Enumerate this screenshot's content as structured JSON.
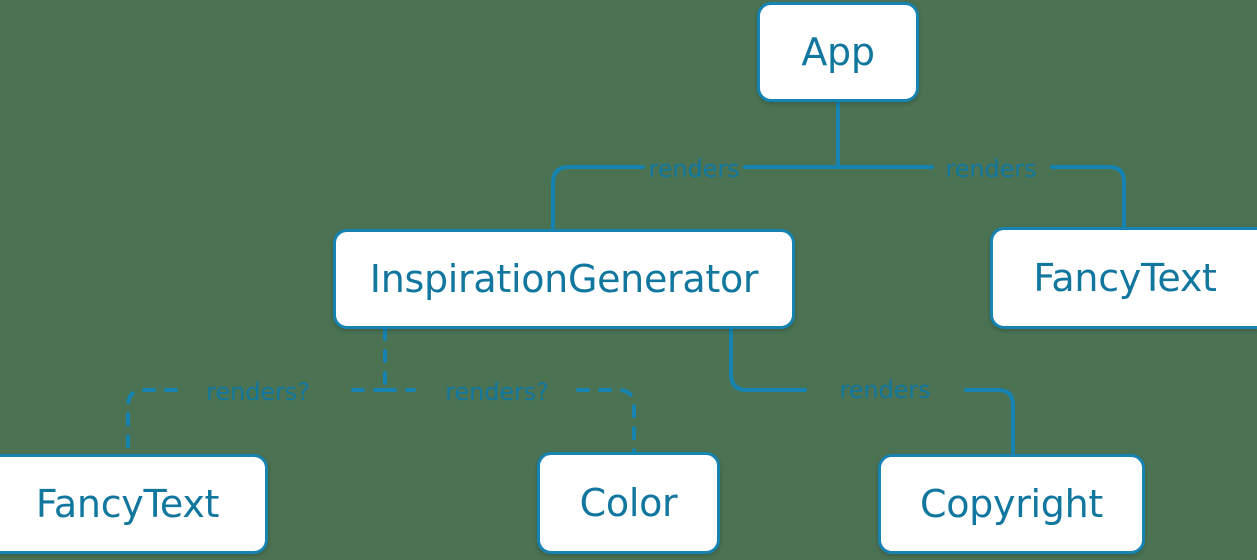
{
  "diagram": {
    "type": "component-tree",
    "background_color": "#4a7253",
    "accent_color": "#1683B0",
    "text_color": "#12779F",
    "node_fill": "#ffffff",
    "nodes": [
      {
        "id": "app",
        "label": "App"
      },
      {
        "id": "ig",
        "label": "InspirationGenerator"
      },
      {
        "id": "fancy_r",
        "label": "FancyText"
      },
      {
        "id": "fancy_b",
        "label": "FancyText"
      },
      {
        "id": "color",
        "label": "Color"
      },
      {
        "id": "copyright",
        "label": "Copyright"
      }
    ],
    "edges": [
      {
        "from": "app",
        "to": "ig",
        "label": "renders",
        "style": "solid"
      },
      {
        "from": "app",
        "to": "fancy_r",
        "label": "renders",
        "style": "solid"
      },
      {
        "from": "ig",
        "to": "copyright",
        "label": "renders",
        "style": "solid"
      },
      {
        "from": "ig",
        "to": "fancy_b",
        "label": "renders?",
        "style": "dashed"
      },
      {
        "from": "ig",
        "to": "color",
        "label": "renders?",
        "style": "dashed"
      }
    ]
  }
}
